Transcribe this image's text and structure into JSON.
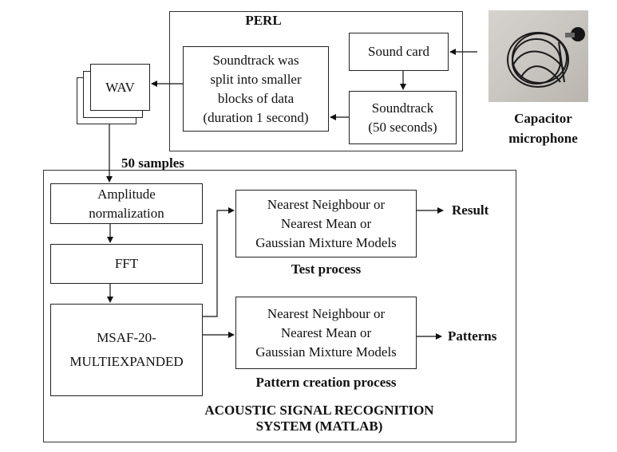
{
  "perl": {
    "title": "PERL",
    "sound_card": "Sound card",
    "soundtrack": [
      "Soundtrack",
      "(50 seconds)"
    ],
    "split": [
      "Soundtrack was",
      "split into smaller",
      "blocks of data",
      "(duration 1 second)"
    ]
  },
  "microphone": {
    "label": [
      "Capacitor",
      "microphone"
    ]
  },
  "wav": {
    "label": "WAV",
    "samples_label": "50 samples"
  },
  "matlab": {
    "title": [
      "ACOUSTIC SIGNAL RECOGNITION",
      "SYSTEM (MATLAB)"
    ],
    "amplitude": [
      "Amplitude",
      "normalization"
    ],
    "fft": "FFT",
    "msaf": [
      "MSAF-20-",
      "MULTIEXPANDED"
    ],
    "test_classifier": [
      "Nearest Neighbour or",
      "Nearest Mean or",
      "Gaussian Mixture Models"
    ],
    "test_label": "Test process",
    "test_output": "Result",
    "pattern_classifier": [
      "Nearest Neighbour or",
      "Nearest Mean or",
      "Gaussian Mixture Models"
    ],
    "pattern_label": "Pattern creation process",
    "pattern_output": "Patterns"
  }
}
